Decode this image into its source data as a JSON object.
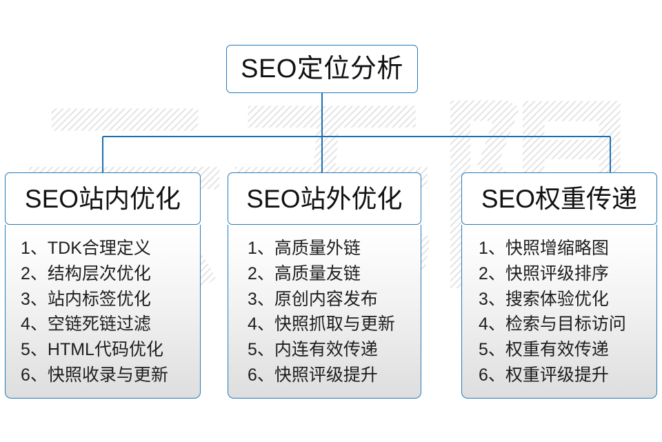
{
  "diagram": {
    "title": "SEO定位分析",
    "watermark_text": "云无限",
    "accent_color": "#2279bd",
    "connector_color": "#1a6fb5",
    "text_color": "#111111",
    "body_text_color": "#1d1d1d",
    "body_gradient_top": "#ffffff",
    "body_gradient_bottom": "#dedede",
    "root": {
      "label": "SEO定位分析"
    },
    "columns": [
      {
        "title": "SEO站内优化",
        "items": [
          {
            "num": "1、",
            "text": "TDK合理定义"
          },
          {
            "num": "2、",
            "text": "结构层次优化"
          },
          {
            "num": "3、",
            "text": "站内标签优化"
          },
          {
            "num": "4、",
            "text": "空链死链过滤"
          },
          {
            "num": "5、",
            "text": "HTML代码优化"
          },
          {
            "num": "6、",
            "text": "快照收录与更新"
          }
        ]
      },
      {
        "title": "SEO站外优化",
        "items": [
          {
            "num": "1、",
            "text": "高质量外链"
          },
          {
            "num": "2、",
            "text": "高质量友链"
          },
          {
            "num": "3、",
            "text": "原创内容发布"
          },
          {
            "num": "4、",
            "text": "快照抓取与更新"
          },
          {
            "num": "5、",
            "text": "内连有效传递"
          },
          {
            "num": "6、",
            "text": "快照评级提升"
          }
        ]
      },
      {
        "title": "SEO权重传递",
        "items": [
          {
            "num": "1、",
            "text": "快照增缩略图"
          },
          {
            "num": "2、",
            "text": "快照评级排序"
          },
          {
            "num": "3、",
            "text": "搜索体验优化"
          },
          {
            "num": "4、",
            "text": "检索与目标访问"
          },
          {
            "num": "5、",
            "text": "权重有效传递"
          },
          {
            "num": "6、",
            "text": "权重评级提升"
          }
        ]
      }
    ]
  }
}
